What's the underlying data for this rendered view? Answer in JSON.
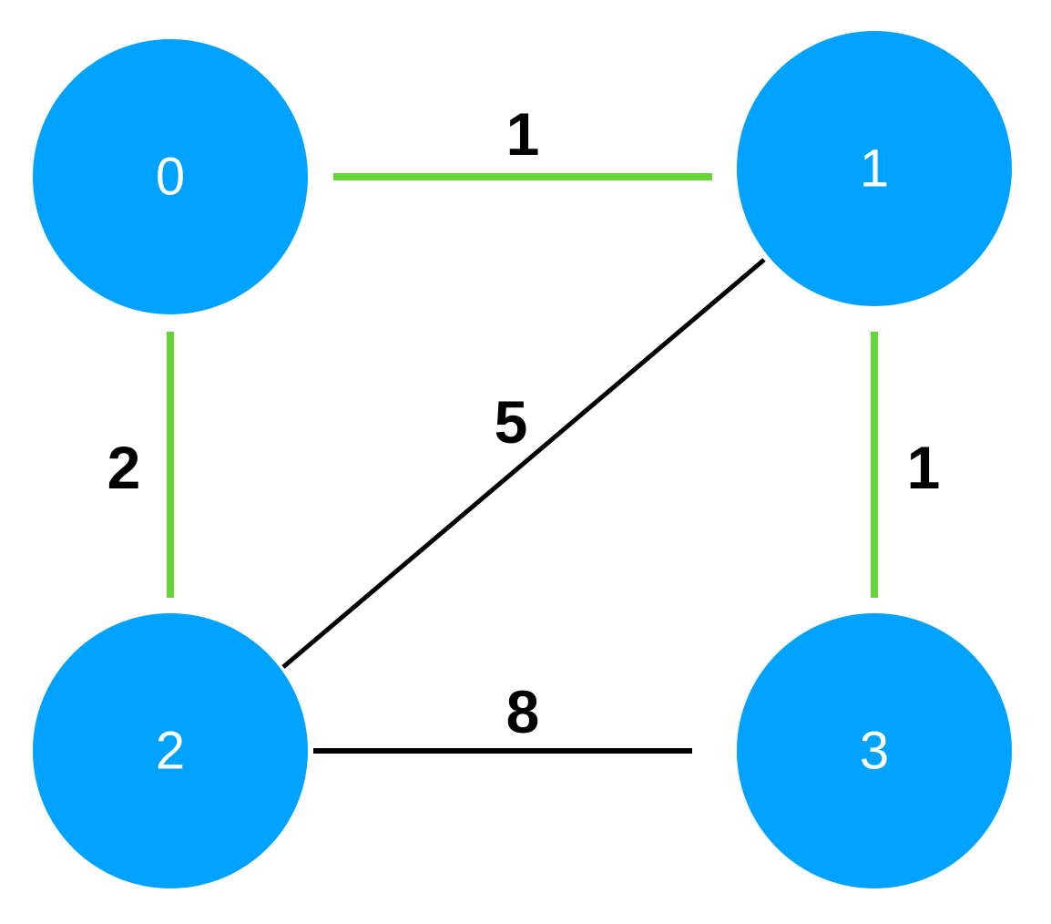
{
  "colors": {
    "node_fill": "#00a2ff",
    "node_text": "#ffffff",
    "edge_selected": "#67d43a",
    "edge_default": "#000000",
    "edge_label": "#000000",
    "background": "#ffffff"
  },
  "nodes": [
    {
      "id": "0",
      "label": "0"
    },
    {
      "id": "1",
      "label": "1"
    },
    {
      "id": "2",
      "label": "2"
    },
    {
      "id": "3",
      "label": "3"
    }
  ],
  "edges": [
    {
      "from": "0",
      "to": "1",
      "weight": "1",
      "selected": true
    },
    {
      "from": "0",
      "to": "2",
      "weight": "2",
      "selected": true
    },
    {
      "from": "1",
      "to": "3",
      "weight": "1",
      "selected": true
    },
    {
      "from": "1",
      "to": "2",
      "weight": "5",
      "selected": false
    },
    {
      "from": "2",
      "to": "3",
      "weight": "8",
      "selected": false
    }
  ]
}
